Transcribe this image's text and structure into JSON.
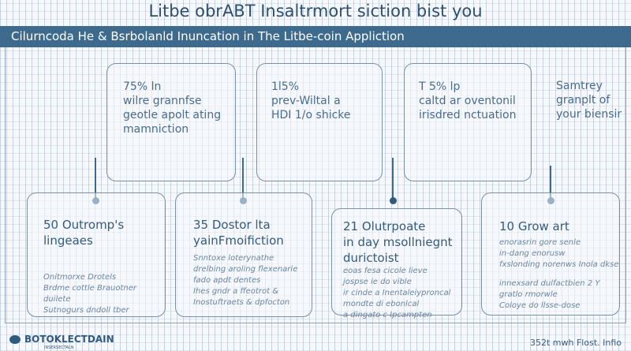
{
  "title": "Litbe obrABT Insaltrmort siction bist you",
  "banner": "Cilurncoda He & Bsrbolanld Inuncation in The Litbe-coin Appliction",
  "top_cards": [
    {
      "lines": [
        "75% ln",
        "wilre grannfse",
        "geotle apolt ating",
        "mamniction"
      ]
    },
    {
      "lines": [
        "1l5%",
        "prev-Wiltal a",
        "HDI 1/o shicke"
      ]
    },
    {
      "lines": [
        "T 5% lp",
        "caltd ar oventonil",
        "irisdred nctuation"
      ]
    },
    {
      "lines": [
        "Samtrey",
        "granplt of",
        "your biensir"
      ]
    }
  ],
  "bottom_cards": [
    {
      "heading": [
        "50 Outromp's",
        "lingeaes"
      ],
      "notes": [
        "Onitmorxe Drotels",
        "Brdme cottle Brauotner duilete",
        "Sutnogurs dndoll tber"
      ]
    },
    {
      "heading": [
        "35 Dostor lta",
        "yainFmoifiction"
      ],
      "notes": [
        "Snntoxe loterynathe",
        "drelbing aroling flexenarie",
        "fado apdt dentes",
        "Ihes gndr a ffeotrot &",
        "Inostuftraets & dpfocton"
      ]
    },
    {
      "heading": [
        "21 Olutrpoate",
        "in day msollniegnt",
        "durictoist"
      ],
      "notes": [
        "eoas fesa cicole lieve",
        "jospse ie do vible",
        "ir cinde a Inentaleiyproncal",
        "mondte di ebonlcal",
        "a dingato c Ipcampten"
      ]
    },
    {
      "heading": [
        "10 Grow art"
      ],
      "notes": [
        "enorasrin gore senle",
        "in-dang enorusw",
        "fxslonding norenws Inola dkse",
        "innexsard dulfactbien 2 Y",
        "gratlo rmorwle",
        "Coloye do llsse-dose"
      ]
    }
  ],
  "footer": {
    "logo_text": "BOTOKLECTDAIN",
    "logo_sub": "INSERSECTALN",
    "right": "352t mwh Flost. Infio"
  },
  "colors": {
    "accent": "#3e6a8e",
    "text": "#2e5475"
  }
}
